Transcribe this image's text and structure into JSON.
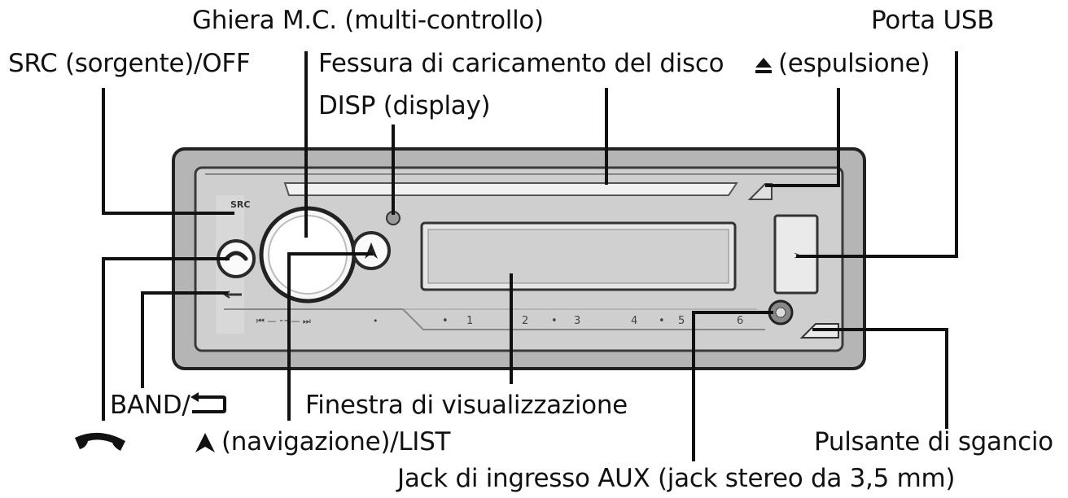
{
  "labels": {
    "ghiera": "Ghiera M.C. (multi-controllo)",
    "porta_usb": "Porta USB",
    "src": "SRC (sorgente)/OFF",
    "fessura": "Fessura di caricamento del disco",
    "espulsione": "(espulsione)",
    "disp": "DISP (display)",
    "band": "BAND/",
    "finestra": "Finestra di visualizzazione",
    "navigazione": "(navigazione)/LIST",
    "pulsante": "Pulsante di sgancio",
    "jack": "Jack di ingresso AUX (jack stereo da 3,5 mm)"
  },
  "panel": {
    "src_text": "SRC",
    "preset_1": "1",
    "preset_2": "2",
    "preset_3": "3",
    "preset_4": "4",
    "preset_5": "5",
    "preset_6": "6"
  },
  "icons": {
    "eject": "eject-icon",
    "back": "back-arrow-icon",
    "phone": "phone-icon",
    "navigation": "navigation-arrow-icon"
  }
}
